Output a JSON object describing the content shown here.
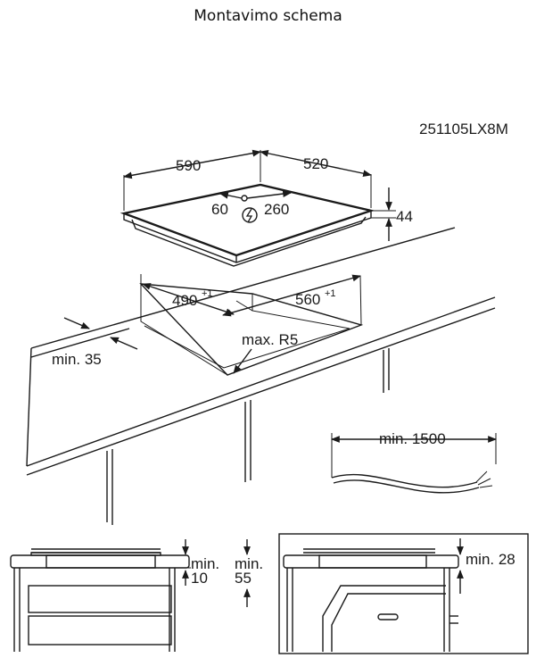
{
  "title": "Montavimo schema",
  "model_code": "251105LX8M",
  "hob": {
    "width": "590",
    "depth": "520",
    "height": "44",
    "connection_left": "60",
    "connection_right": "260",
    "connection_icon": "power-connection-icon"
  },
  "cutout": {
    "width": "490",
    "width_tol": "+1",
    "depth": "560",
    "depth_tol": "+1",
    "radius": "max. R5",
    "edge_distance": "min. 35"
  },
  "cable": {
    "length": "min. 1500"
  },
  "left_section": {
    "gap_a_label": "min.",
    "gap_a_value": "10",
    "gap_b_label": "min.",
    "gap_b_value": "55"
  },
  "right_section": {
    "gap_label": "min. 28"
  }
}
